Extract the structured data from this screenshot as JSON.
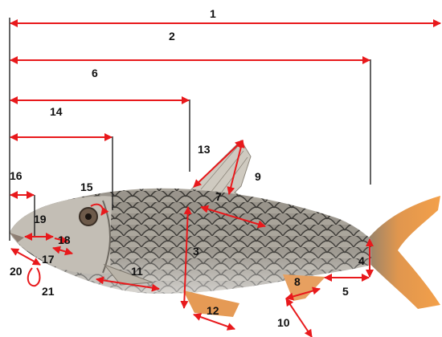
{
  "colors": {
    "measure": "#e8191c",
    "guide": "#222222",
    "text": "#111111"
  },
  "labels": [
    "1",
    "2",
    "3",
    "4",
    "5",
    "6",
    "7",
    "8",
    "9",
    "10",
    "11",
    "12",
    "13",
    "14",
    "15",
    "16",
    "17",
    "18",
    "19",
    "20",
    "21"
  ]
}
